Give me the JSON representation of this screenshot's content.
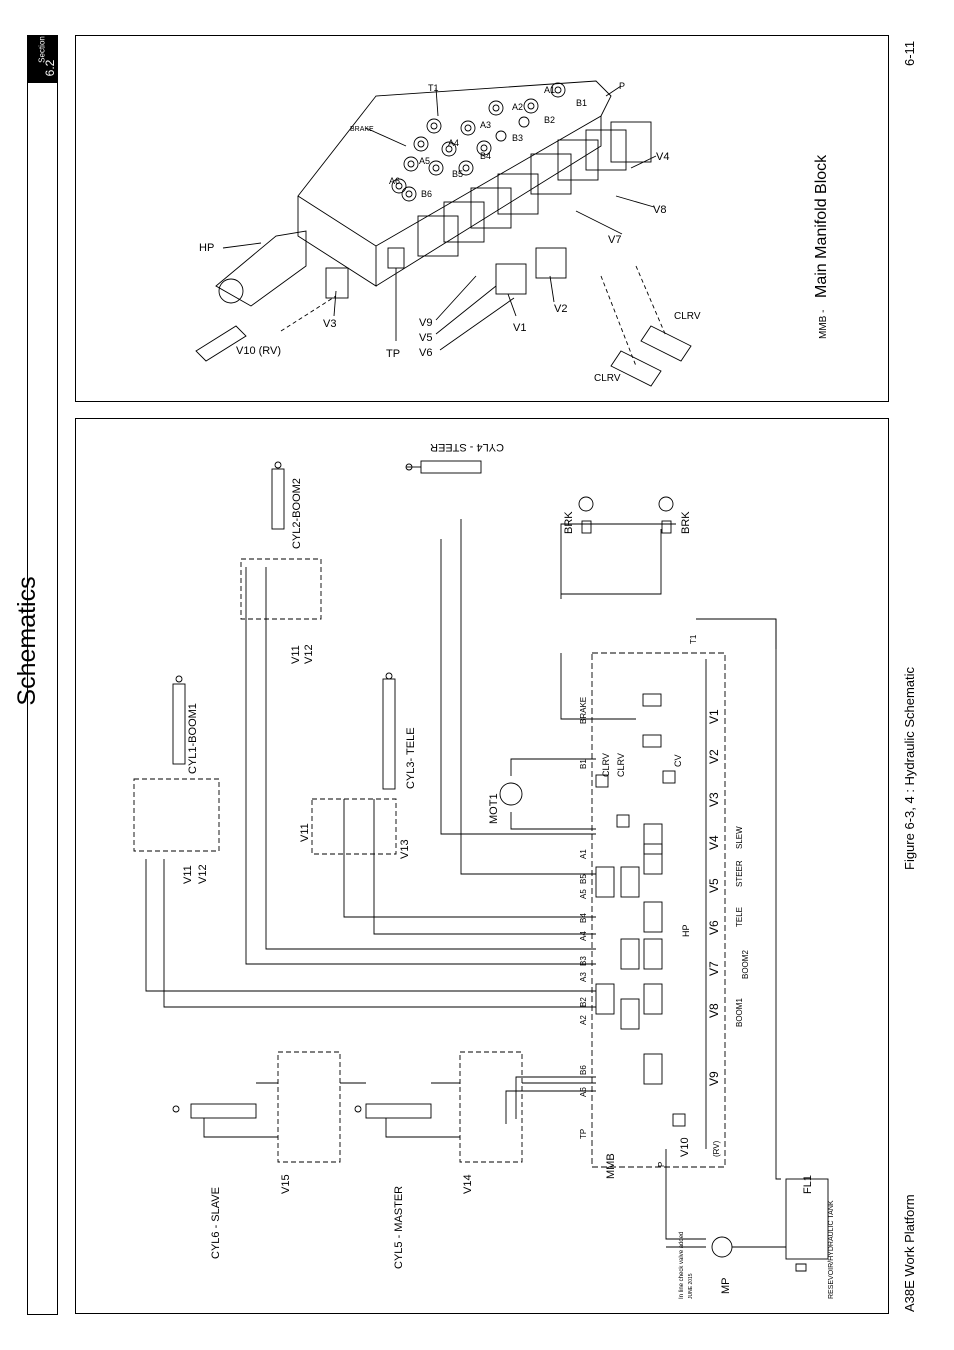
{
  "header": {
    "section_label": "Section",
    "section_number": "6.2",
    "title": "Schematics"
  },
  "footer": {
    "product": "A38E Work Platform",
    "page_number": "6-11"
  },
  "figure_caption": "Figure 6-3, 4 :  Hydraulic Schematic",
  "manifold_view": {
    "title_prefix": "MMB -",
    "title": "Main Manifold Block",
    "port_labels": [
      "T1",
      "P",
      "A1",
      "B1",
      "A2",
      "B2",
      "A3",
      "B3",
      "A4",
      "B4",
      "A5",
      "B5",
      "A6",
      "B6",
      "BRAKE"
    ],
    "component_labels": {
      "hp": "HP",
      "v3": "V3",
      "v10": "V10 (RV)",
      "tp": "TP",
      "v9": "V9",
      "v5": "V5",
      "v6": "V6",
      "v1": "V1",
      "v2": "V2",
      "v7": "V7",
      "v8": "V8",
      "v4": "V4",
      "clrv_a": "CLRV",
      "clrv_b": "CLRV"
    }
  },
  "schematic": {
    "cyl4": "CYL4 - STEER",
    "cyl2": "CYL2-BOOM2",
    "cyl1": "CYL1-BOOM1",
    "cyl3": "CYL3- TELE",
    "cyl6": "CYL6 - SLAVE",
    "cyl5": "CYL5 - MASTER",
    "v11_a": "V11",
    "v12_a": "V12",
    "v11_b": "V11",
    "v12_b": "V12",
    "v11_c": "V11",
    "v13": "V13",
    "v15": "V15",
    "v14": "V14",
    "brk_a": "BRK",
    "brk_b": "BRK",
    "mot1": "MOT1",
    "clrv_1": "CLRV",
    "clrv_2": "CLRV",
    "cv": "CV",
    "hp": "HP",
    "t1": "T1",
    "brake": "BRAKE",
    "mmb": "MMB",
    "tp": "TP",
    "p": "P",
    "fl1": "FL1",
    "mp": "MP",
    "tank": "RESEVOIR/HYDRAULIC TANK",
    "check_note": "In line check valve added",
    "check_note_date": "JUNE 2015",
    "valves": [
      "V1",
      "V2",
      "V3",
      "V4",
      "V5",
      "V6",
      "V7",
      "V8",
      "V9"
    ],
    "v10": "V10",
    "v10_rv": "(RV)",
    "functions": [
      "SLEW",
      "STEER",
      "TELE",
      "BOOM2",
      "BOOM1"
    ],
    "ports": [
      "B1",
      "A1",
      "B5",
      "A5",
      "B4",
      "A4",
      "B3",
      "A3",
      "B2",
      "A2",
      "B6",
      "A6"
    ]
  }
}
